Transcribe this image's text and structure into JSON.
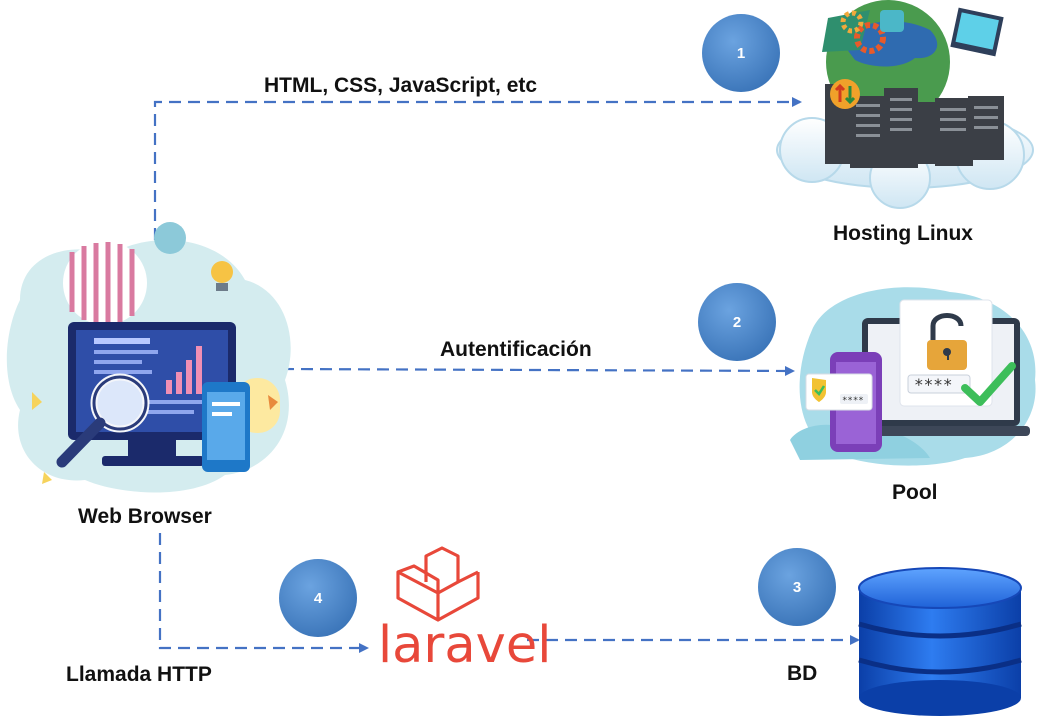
{
  "labels": {
    "flow1": "HTML, CSS, JavaScript, etc",
    "flow2": "Autentificación",
    "flow4": "Llamada HTTP",
    "hosting": "Hosting Linux",
    "pool": "Pool",
    "browser": "Web Browser",
    "db": "BD"
  },
  "badges": [
    "1",
    "2",
    "3",
    "4"
  ],
  "logo": {
    "laravel_text": "laravel"
  },
  "pool_password_mask": "****",
  "pool_phone_mask": "****",
  "colors": {
    "arrow": "#4472C4",
    "badge": "#4A86C8",
    "laravel": "#E8483A",
    "db_blue": "#1F6FE0",
    "check_green": "#3DBE5A",
    "lock_gold": "#E6A53A"
  },
  "icons": [
    "web-browser-illustration",
    "hosting-server-illustration",
    "pool-auth-illustration",
    "database-icon",
    "laravel-logo"
  ]
}
